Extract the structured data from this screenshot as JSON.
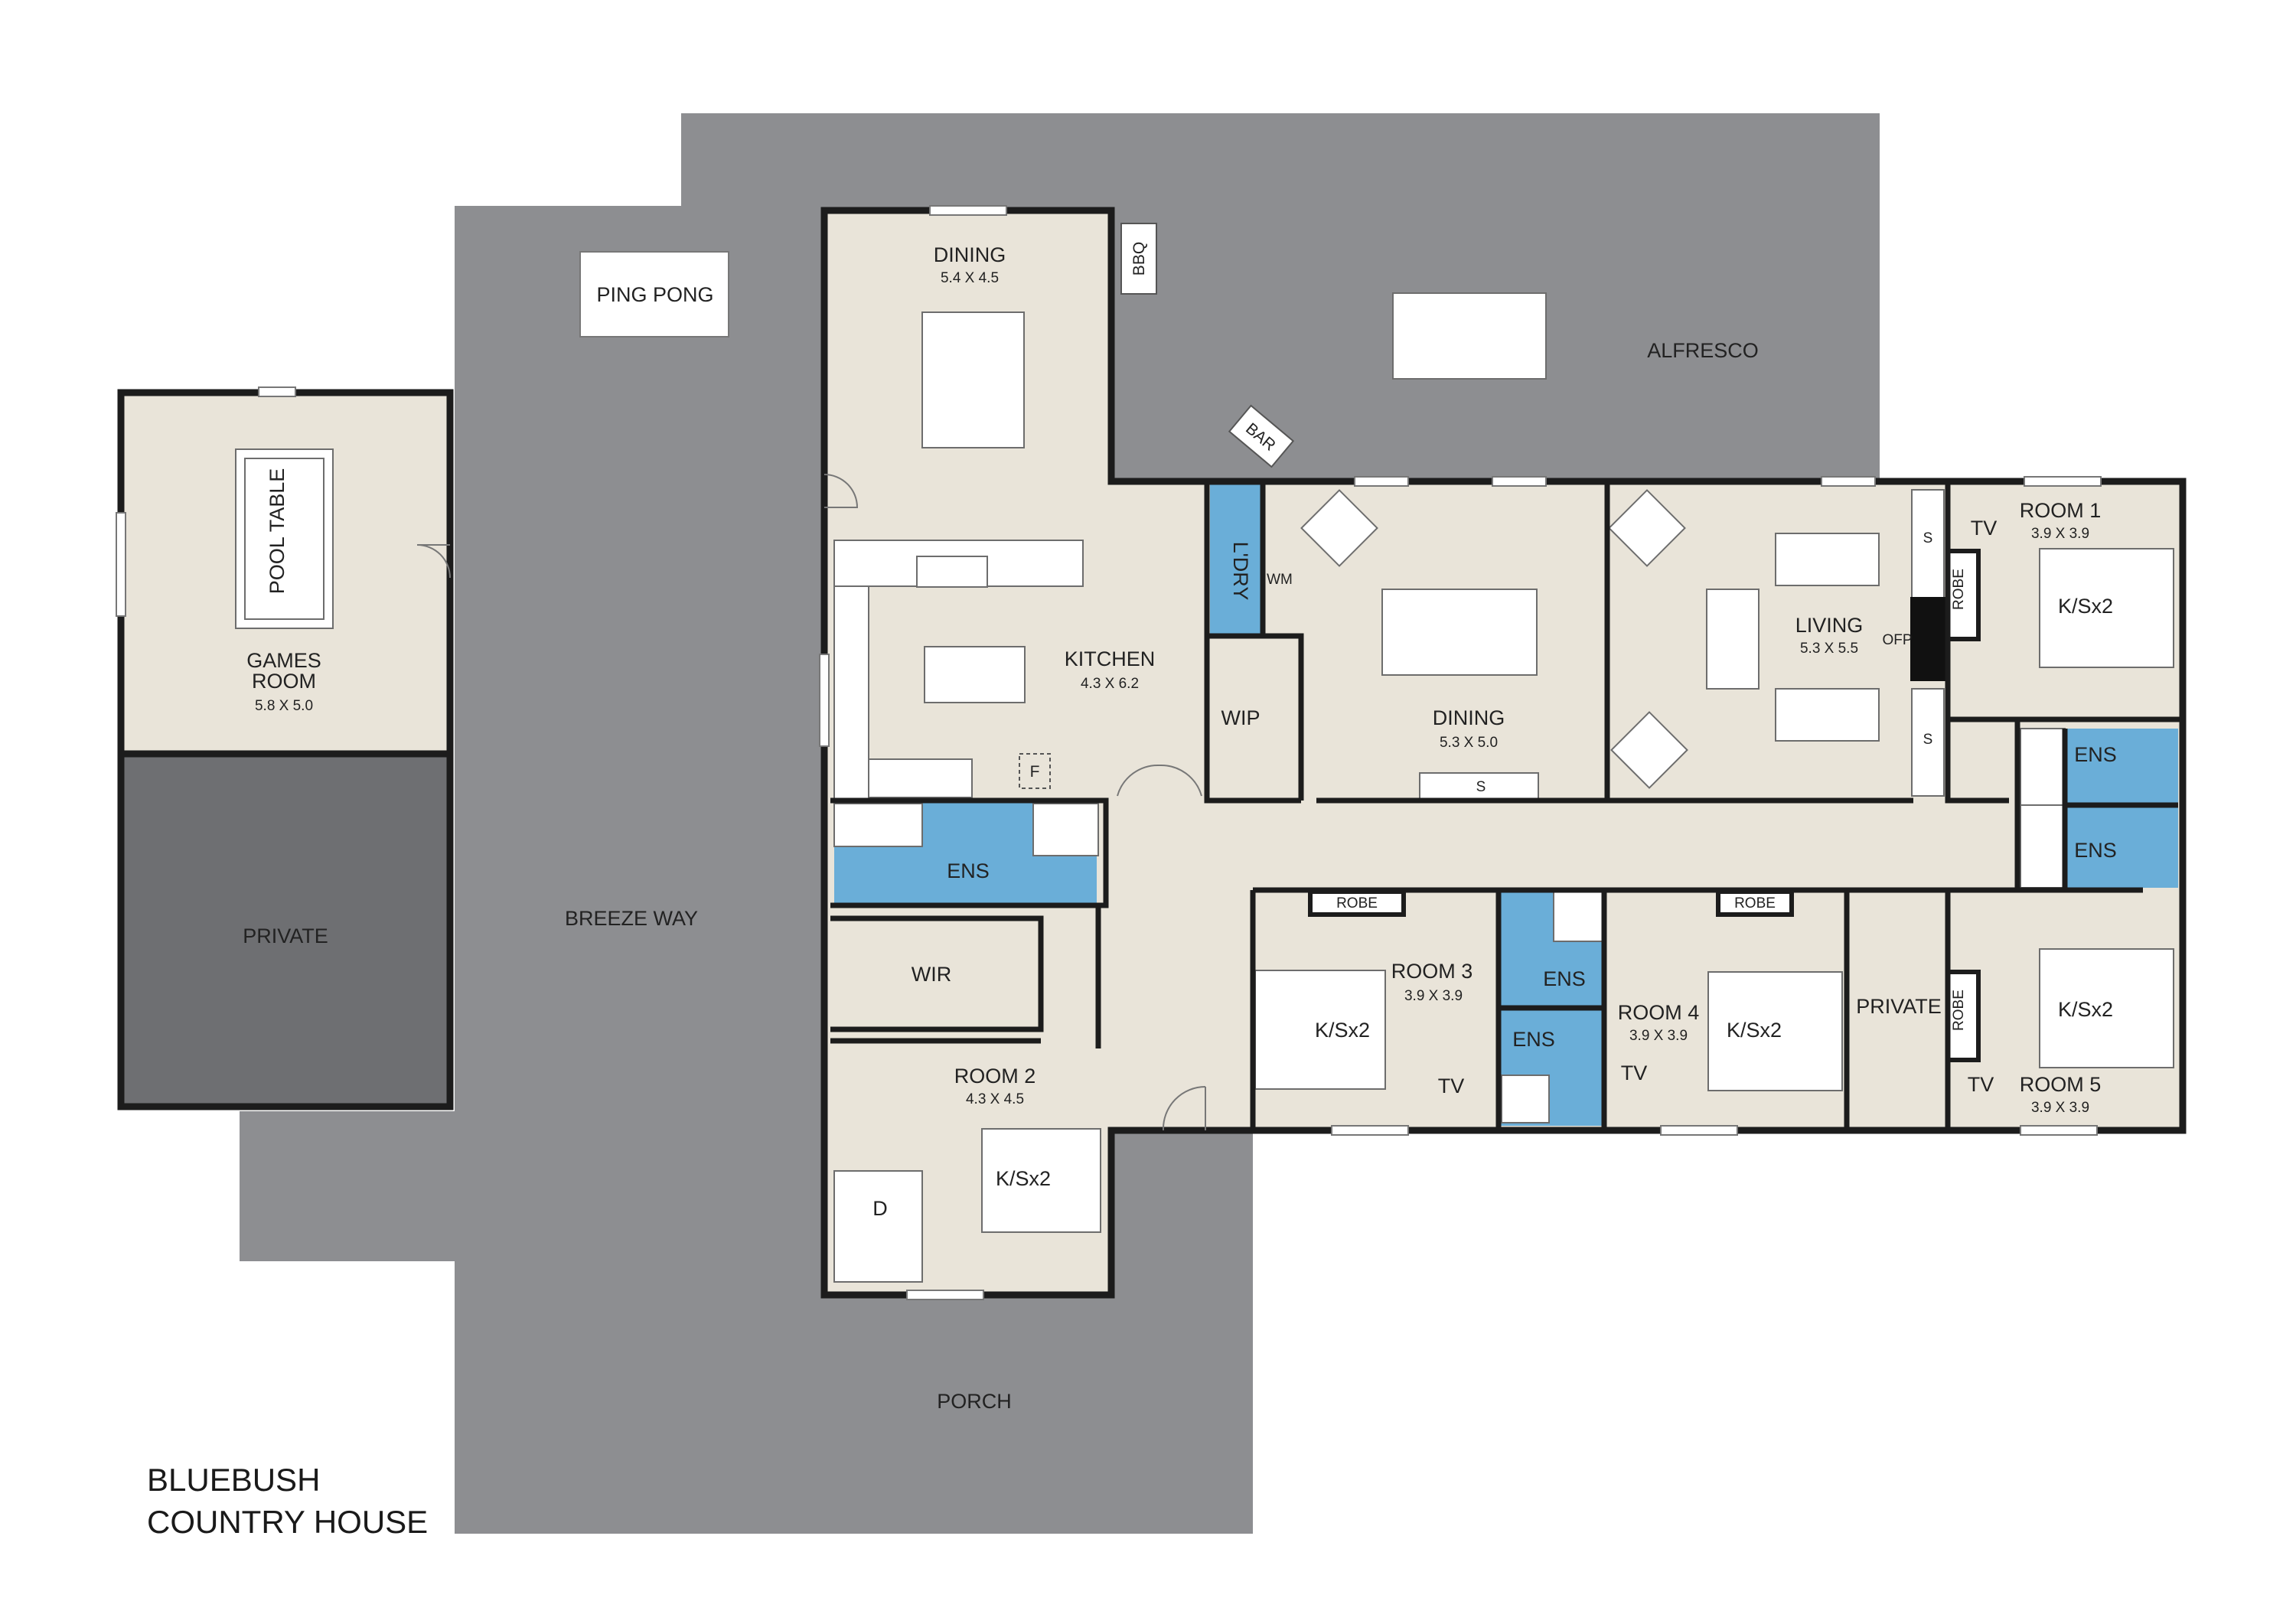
{
  "title": {
    "line1": "BLUEBUSH",
    "line2": "COUNTRY HOUSE"
  },
  "colors": {
    "outdoor": "#8d8e91",
    "private_dark": "#6e6f72",
    "interior": "#e9e4d9",
    "wet_area": "#6aaed8",
    "wall": "#1c1c1c"
  },
  "outdoor": {
    "ping_pong": "PING PONG",
    "bbq": "BBQ",
    "bar": "BAR",
    "alfresco": "ALFRESCO",
    "breeze_way": "BREEZE WAY",
    "porch": "PORCH",
    "private": "PRIVATE"
  },
  "games_room": {
    "pool_table": "POOL TABLE",
    "name1": "GAMES",
    "name2": "ROOM",
    "dims": "5.8 X 5.0"
  },
  "dining_north": {
    "name": "DINING",
    "dims": "5.4 X 4.5"
  },
  "kitchen": {
    "name": "KITCHEN",
    "dims": "4.3 X 6.2",
    "fridge": "F"
  },
  "laundry": {
    "name": "L'DRY",
    "wm": "WM"
  },
  "wip": {
    "name": "WIP"
  },
  "dining": {
    "name": "DINING",
    "dims": "5.3 X 5.0",
    "storage": "S"
  },
  "living": {
    "name": "LIVING",
    "dims": "5.3 X 5.5",
    "ofp": "OFP",
    "storage1": "S",
    "storage2": "S"
  },
  "room1": {
    "name": "ROOM 1",
    "dims": "3.9 X 3.9",
    "tv": "TV",
    "bed": "K/Sx2",
    "robe": "ROBE",
    "ens": "ENS"
  },
  "room2": {
    "name": "ROOM 2",
    "dims": "4.3 X 4.5",
    "bed": "K/Sx2",
    "desk": "D",
    "ens": "ENS",
    "wir": "WIR"
  },
  "room3": {
    "name": "ROOM 3",
    "dims": "3.9 X 3.9",
    "tv": "TV",
    "bed": "K/Sx2",
    "robe": "ROBE",
    "ens": "ENS"
  },
  "room4": {
    "name": "ROOM 4",
    "dims": "3.9 X 3.9",
    "tv": "TV",
    "bed": "K/Sx2",
    "robe": "ROBE",
    "ens": "ENS"
  },
  "room5": {
    "name": "ROOM 5",
    "dims": "3.9 X 3.9",
    "tv": "TV",
    "bed": "K/Sx2",
    "robe": "ROBE",
    "ens": "ENS"
  },
  "private_room": {
    "name": "PRIVATE"
  }
}
